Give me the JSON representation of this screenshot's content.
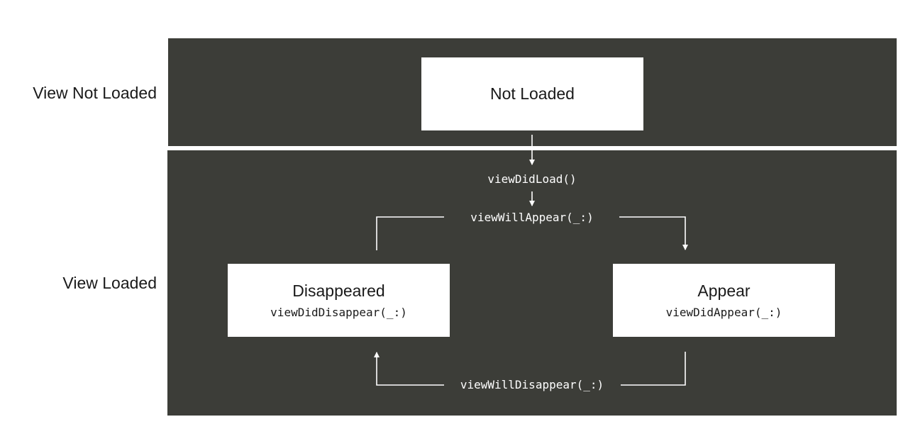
{
  "sections": {
    "not_loaded_label": "View Not Loaded",
    "loaded_label": "View Loaded"
  },
  "states": {
    "not_loaded": {
      "title": "Not Loaded"
    },
    "disappeared": {
      "title": "Disappeared",
      "method": "viewDidDisappear(_:)"
    },
    "appear": {
      "title": "Appear",
      "method": "viewDidAppear(_:)"
    }
  },
  "transitions": {
    "view_did_load": "viewDidLoad()",
    "view_will_appear": "viewWillAppear(_:)",
    "view_will_disappear": "viewWillDisappear(_:)"
  },
  "colors": {
    "panel": "#3c3d38",
    "box": "#ffffff",
    "arrow": "#ffffff",
    "text_dark": "#1a1a1a"
  }
}
